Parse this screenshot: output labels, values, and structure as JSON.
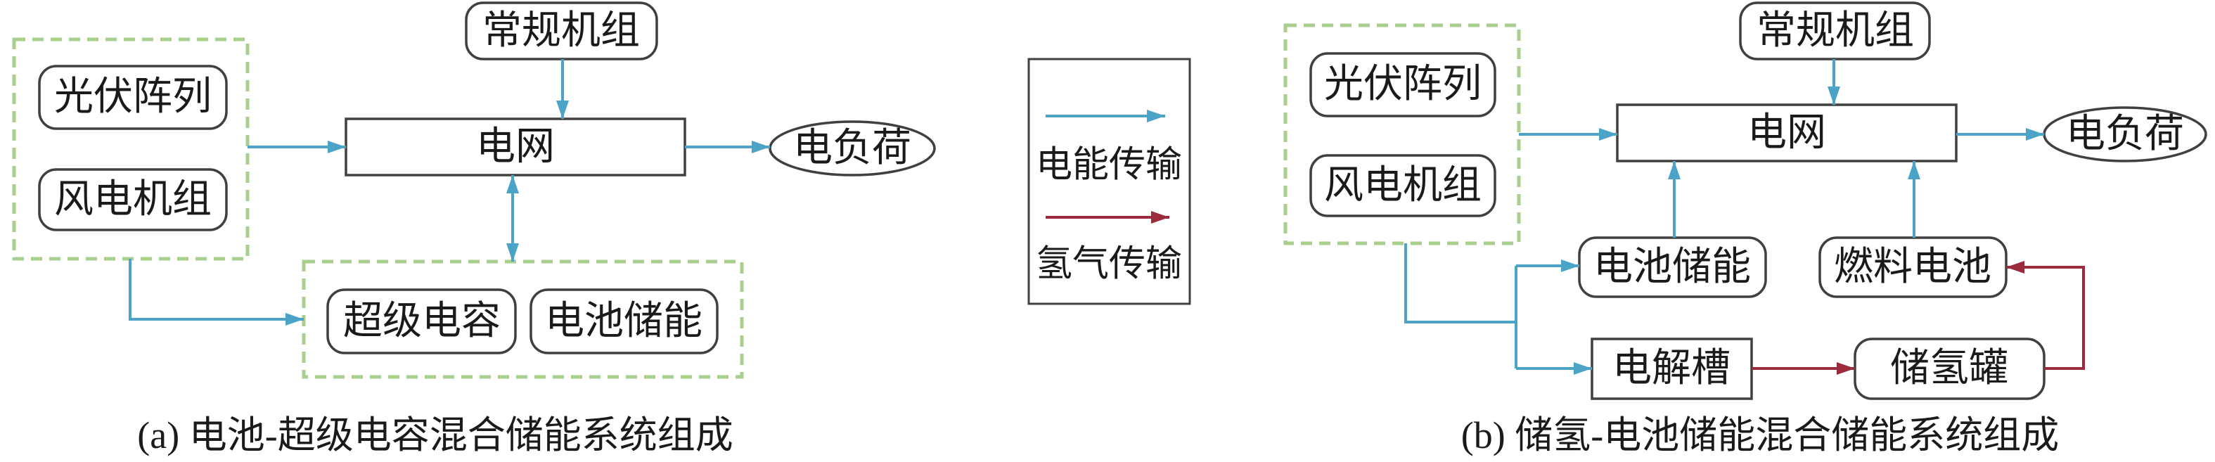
{
  "colors": {
    "power_flow": "#4ba3c7",
    "hydrogen_flow": "#9c2b3c",
    "group_border": "#a8cf8e",
    "node_border": "#404040"
  },
  "diagram_a": {
    "caption": "(a) 电池-超级电容混合储能系统组成",
    "nodes": {
      "pv_array": "光伏阵列",
      "wind_unit": "风电机组",
      "conventional_unit": "常规机组",
      "grid": "电网",
      "load": "电负荷",
      "supercapacitor": "超级电容",
      "battery_storage": "电池储能"
    }
  },
  "legend": {
    "power_label": "电能传输",
    "hydrogen_label": "氢气传输"
  },
  "diagram_b": {
    "caption": "(b) 储氢-电池储能混合储能系统组成",
    "nodes": {
      "pv_array": "光伏阵列",
      "wind_unit": "风电机组",
      "conventional_unit": "常规机组",
      "grid": "电网",
      "load": "电负荷",
      "battery_storage": "电池储能",
      "fuel_cell": "燃料电池",
      "electrolyzer": "电解槽",
      "hydrogen_tank": "储氢罐"
    }
  }
}
